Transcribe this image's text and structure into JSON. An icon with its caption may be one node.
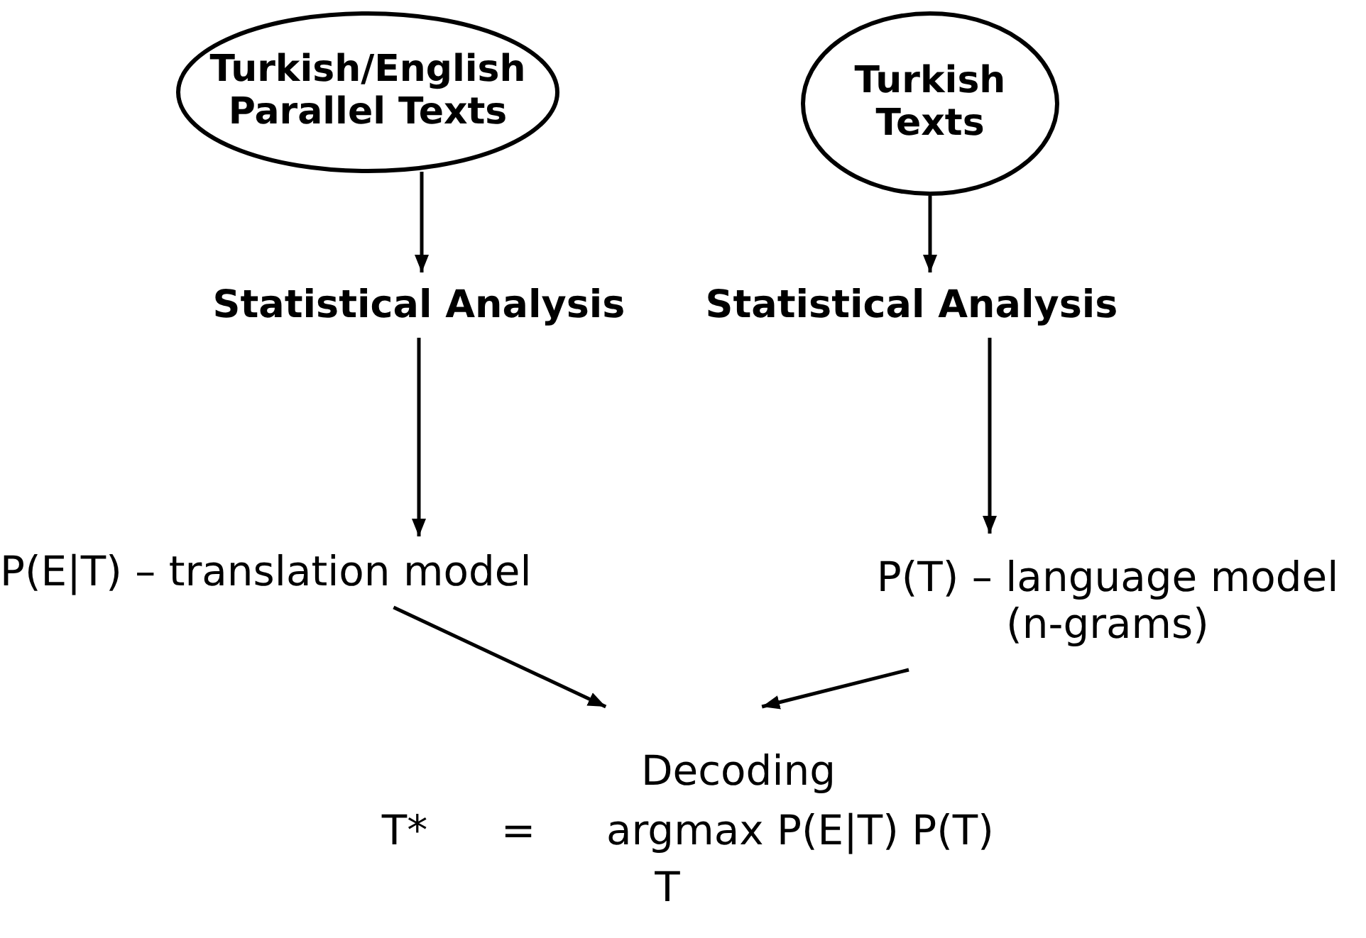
{
  "diagram": {
    "nodes": [
      {
        "text": [
          "Turkish/English Parallel Texts"
        ]
      },
      {
        "text": [
          "Turkish Texts"
        ]
      },
      {
        "text": [
          "Statistical Analysis"
        ]
      },
      {
        "text": [
          "Statistical Analysis"
        ]
      },
      {
        "text": [
          "P(E|T) – translation model"
        ]
      },
      {
        "text": [
          "P(T) – language model (n-grams)"
        ]
      },
      {
        "text": [
          "Decoding",
          "T*",
          "=",
          "argmax P(E|T) P(T)",
          "T"
        ]
      }
    ],
    "edges": [
      {
        "from": 0,
        "to": 2,
        "arrow": "to"
      },
      {
        "from": 1,
        "to": 3,
        "arrow": "to"
      },
      {
        "from": 2,
        "to": 4,
        "arrow": "to"
      },
      {
        "from": 3,
        "to": 5,
        "arrow": "to"
      },
      {
        "from": 4,
        "to": 6,
        "arrow": "to"
      },
      {
        "from": 5,
        "to": 6,
        "arrow": "to"
      }
    ]
  }
}
